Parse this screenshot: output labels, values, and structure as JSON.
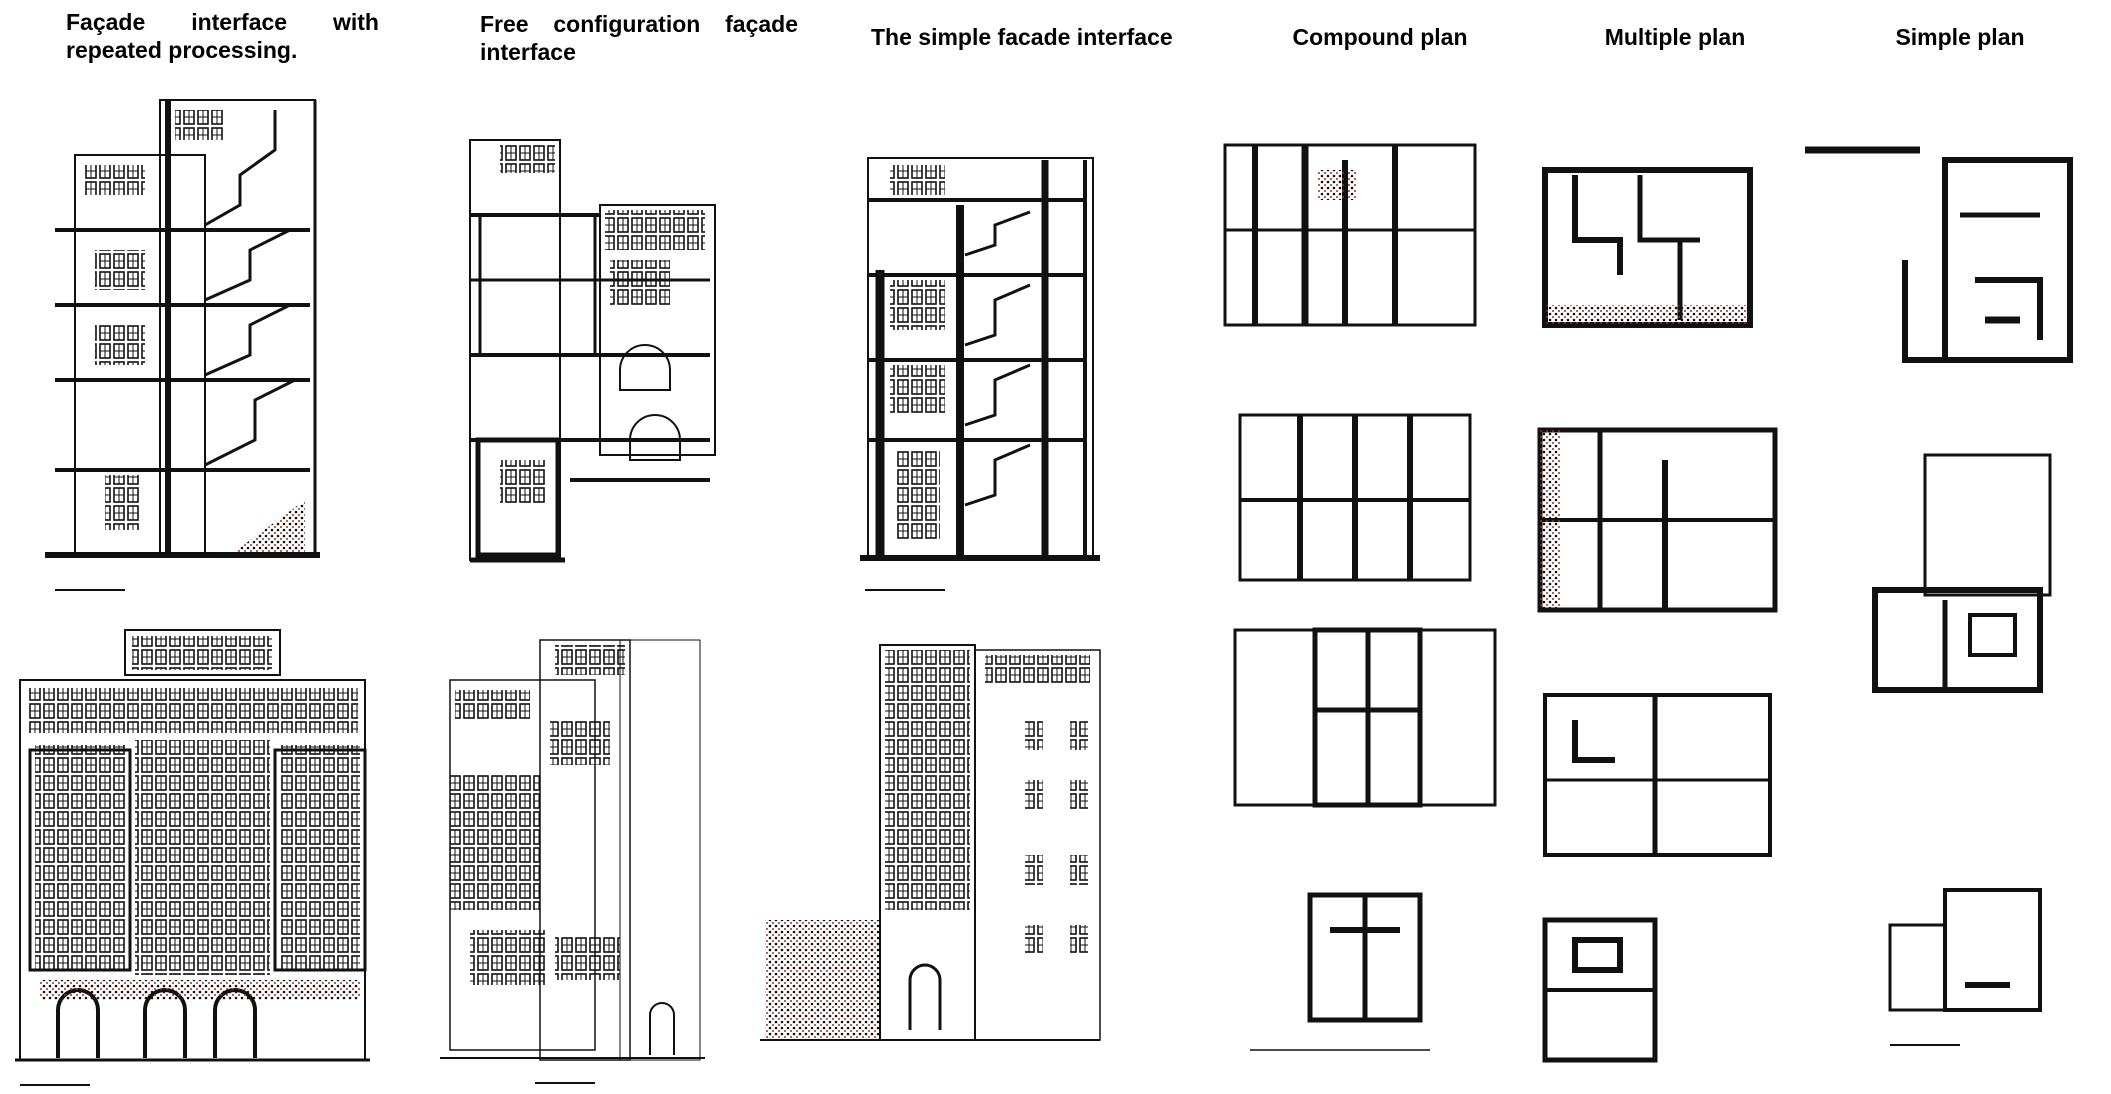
{
  "headings": {
    "col1": "Façade interface with repeated processing.",
    "col2": "Free configuration façade interface",
    "col3": "The simple facade interface",
    "col4": "Compound plan",
    "col5": "Multiple plan",
    "col6": "Simple plan"
  },
  "colors": {
    "ink": "#111111",
    "hatch_red": "#9a2f20",
    "background": "#ffffff"
  }
}
